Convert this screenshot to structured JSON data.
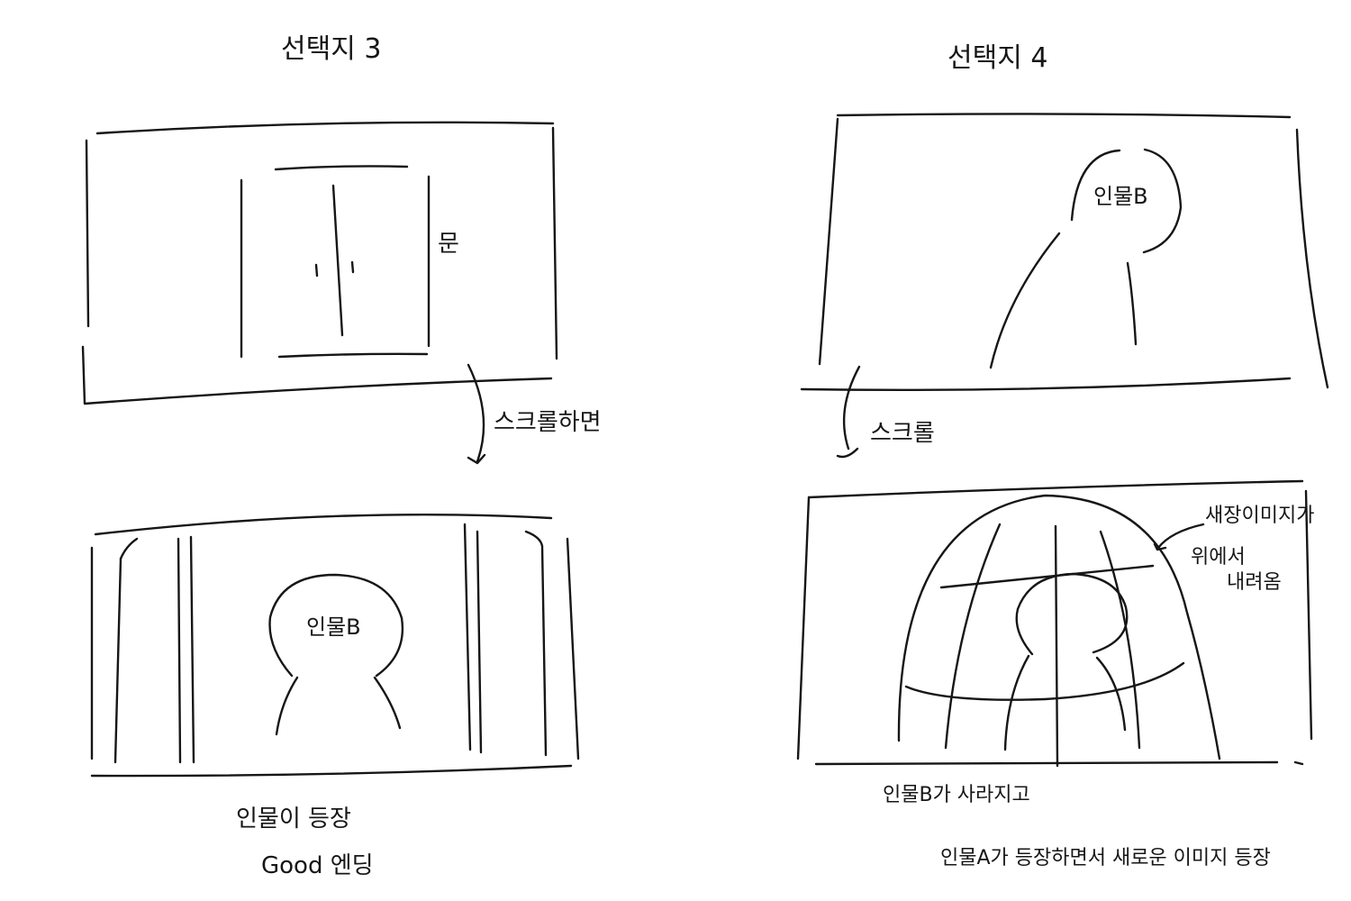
{
  "panel3": {
    "title": "선택지 3",
    "door_label": "문",
    "scroll_label": "스크롤하면",
    "character_label": "인물B",
    "caption_line1": "인물이 등장",
    "caption_line2": "Good 엔딩"
  },
  "panel4": {
    "title": "선택지 4",
    "character_top_label": "인물B",
    "scroll_label": "스크롤",
    "cage_note_line1": "새장이미지가",
    "cage_note_line2": "위에서",
    "cage_note_line3": "내려옴",
    "caption_line1": "인물B가   사라지고",
    "caption_line2": "인물A가  등장하면서  새로운 이미지 등장"
  }
}
